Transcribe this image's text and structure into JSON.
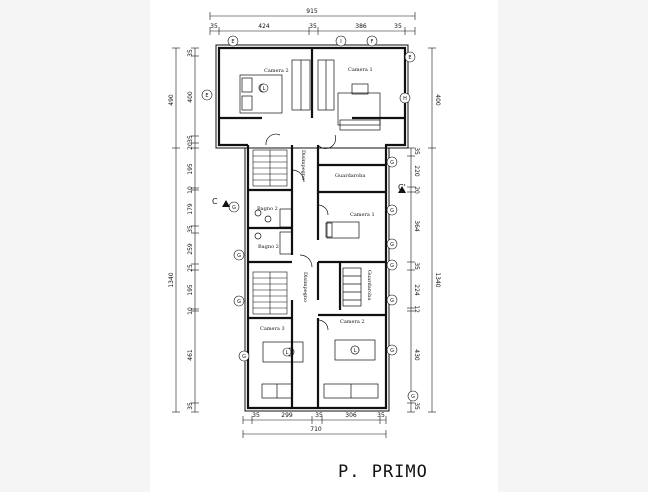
{
  "plan": {
    "title": "P. PRIMO",
    "top_dims": {
      "total": "915",
      "parts": [
        "35",
        "424",
        "35",
        "386",
        "35"
      ]
    },
    "bottom_dims": {
      "total": "710",
      "parts": [
        "35",
        "299",
        "35",
        "306",
        "35"
      ]
    },
    "left_outer_dims": [
      "490",
      "1340"
    ],
    "left_inner_dims": [
      "35",
      "400",
      "35",
      "20",
      "195",
      "10",
      "179",
      "35",
      "259",
      "25",
      "195",
      "10",
      "461",
      "35"
    ],
    "right_outer_dims": [
      "400",
      "1340"
    ],
    "right_inner_dims": [
      "35",
      "220",
      "20",
      "364",
      "35",
      "224",
      "12",
      "430",
      "35"
    ],
    "rooms": {
      "camera_2_top": "Camera 2",
      "camera_1_top": "Camera 1",
      "guardaroba_top": "Guardaroba",
      "bagno_2_a": "Bagno 2",
      "bagno_2_b": "Bagno 2",
      "camera_1_mid": "Camera 1",
      "camera_3": "Camera 3",
      "camera_2_bottom": "Camera 2",
      "disimpegno_top": "Disimpegno",
      "disimpegno_bottom": "Disimpegno",
      "guardaroba_mid": "Guardaroba"
    },
    "section_marks": {
      "left": "C",
      "right": "C'"
    },
    "window_tags": {
      "e": "E",
      "f": "F",
      "g": "G",
      "h": "H",
      "l": "L",
      "i": "I"
    }
  }
}
